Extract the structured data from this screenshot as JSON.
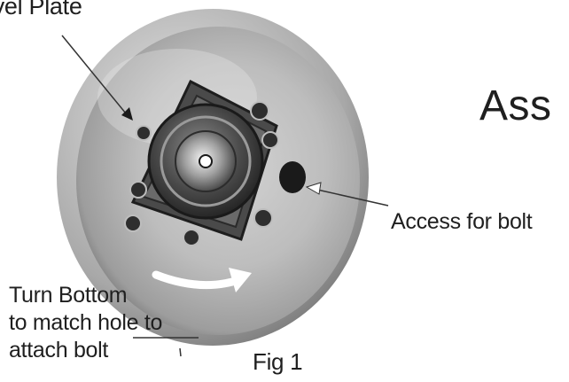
{
  "labels": {
    "swivel_plate": "ivel Plate",
    "title": "Ass",
    "access_for_bolt": "Access for bolt",
    "turn_bottom": {
      "line1": "Turn  Bottom",
      "line2": "to match hole to",
      "line3": "attach bolt"
    },
    "figure_caption": "Fig 1"
  },
  "colors": {
    "background": "#ffffff",
    "dish_rim": "#9e9e9e",
    "dish_inner": "#b9b9b9",
    "mechanism": "#3a3a3a",
    "arrow_fill": "#ffffff",
    "text": "#1f1f1f"
  }
}
